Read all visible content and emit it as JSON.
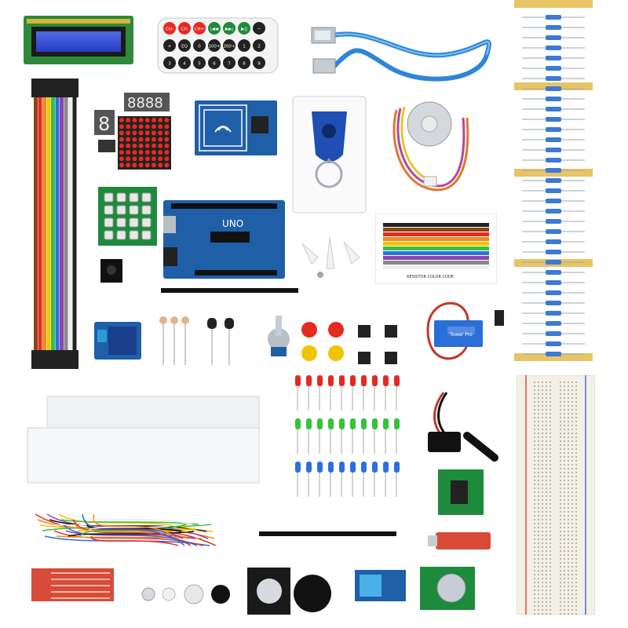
{
  "labels": {
    "uno": "UNO",
    "servo_brand": "Tower Pro",
    "resistor_card_title": "RESISTOR COLOR CODE",
    "remote_keys": [
      "CH-",
      "CH",
      "CH+",
      "|◀◀",
      "▶▶|",
      "▶||",
      "−",
      "+",
      "EQ",
      "0",
      "100+",
      "200+",
      "1",
      "2",
      "3",
      "4",
      "5",
      "6",
      "7",
      "8",
      "9"
    ]
  },
  "colors": {
    "pcb_blue": "#1f5fa8",
    "pcb_green": "#1e8a3c",
    "led_red": "#e52a22",
    "led_green": "#36c23a",
    "led_blue": "#2c6fe0",
    "cable_blue": "#2f86d8",
    "breadboard": "#f3f0e6"
  },
  "icons": [
    "lcd-display-icon",
    "ir-remote-icon",
    "usb-cable-icon",
    "resistor-strip-icon",
    "jumper-wires-icon",
    "seven-segment-icon",
    "led-matrix-icon",
    "rfid-module-icon",
    "rfid-keyfob-icon",
    "stepper-motor-icon",
    "keypad-icon",
    "uno-board-icon",
    "resistor-card-icon",
    "servo-motor-icon",
    "relay-module-icon",
    "buttons-icon",
    "led-icon",
    "battery-clip-icon",
    "driver-board-icon",
    "breadboard-icon",
    "water-sensor-icon",
    "joystick-icon",
    "dht-sensor-icon",
    "rtc-module-icon",
    "sound-sensor-icon",
    "buzzer-icon"
  ]
}
